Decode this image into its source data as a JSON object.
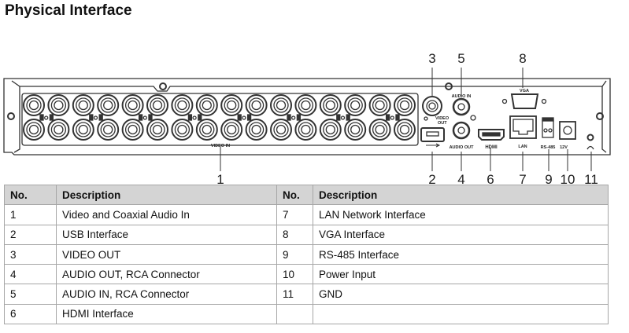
{
  "title": "Physical Interface",
  "panel_labels": {
    "video_in": "VIDEO IN",
    "video_out_1": "VIDEO",
    "video_out_2": "OUT",
    "audio_in": "AUDIO IN",
    "audio_out": "AUDIO OUT",
    "hdmi": "HDMI",
    "vga": "VGA",
    "lan": "LAN",
    "rs485": "RS-485",
    "power": "12V"
  },
  "callouts": [
    "1",
    "2",
    "3",
    "4",
    "5",
    "6",
    "7",
    "8",
    "9",
    "10",
    "11"
  ],
  "video_inputs": 32,
  "table": {
    "headers": [
      "No.",
      "Description",
      "No.",
      "Description"
    ],
    "rows": [
      [
        "1",
        "Video and Coaxial Audio In",
        "7",
        "LAN Network Interface"
      ],
      [
        "2",
        "USB Interface",
        "8",
        "VGA Interface"
      ],
      [
        "3",
        "VIDEO OUT",
        "9",
        "RS-485 Interface"
      ],
      [
        "4",
        "AUDIO OUT, RCA Connector",
        "10",
        "Power Input"
      ],
      [
        "5",
        "AUDIO IN, RCA Connector",
        "11",
        "GND"
      ],
      [
        "6",
        "HDMI Interface",
        "",
        ""
      ]
    ]
  }
}
